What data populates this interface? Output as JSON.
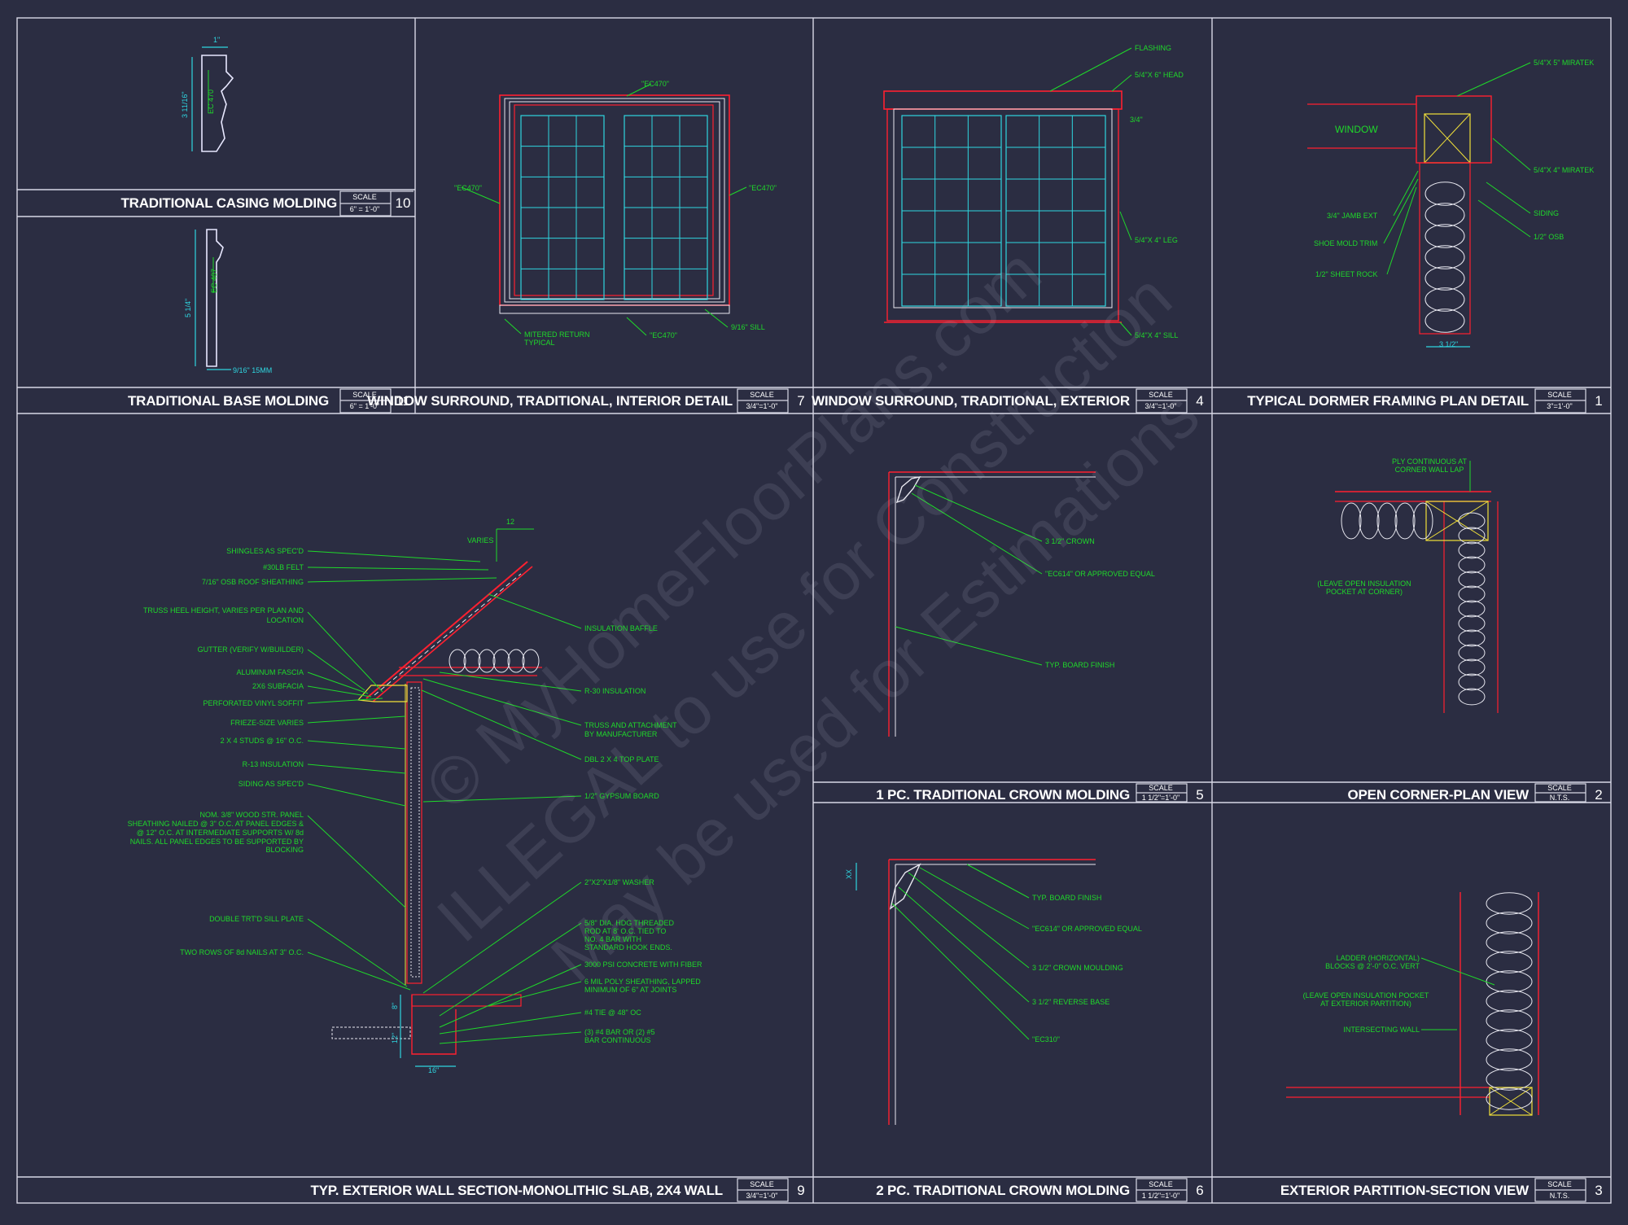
{
  "colors": {
    "background": "#2b2d42",
    "frame": "#e8e8f0",
    "red": "#ff2030",
    "green": "#1fd92a",
    "cyan": "#2fd6e0",
    "yellow": "#f2e13a"
  },
  "scale_word": "SCALE",
  "panels": [
    {
      "id": "p10",
      "title": "TRADITIONAL CASING MOLDING",
      "scale": "6\" = 1'-0\"",
      "number": "10"
    },
    {
      "id": "p11",
      "title": "TRADITIONAL BASE MOLDING",
      "scale": "6\" = 1'-0\"",
      "number": "11"
    },
    {
      "id": "p7",
      "title": "WINDOW SURROUND, TRADITIONAL, INTERIOR DETAIL",
      "scale": "3/4\"=1'-0\"",
      "number": "7"
    },
    {
      "id": "p4",
      "title": "WINDOW SURROUND, TRADITIONAL, EXTERIOR",
      "scale": "3/4\"=1'-0\"",
      "number": "4"
    },
    {
      "id": "p1",
      "title": "TYPICAL DORMER FRAMING PLAN DETAIL",
      "scale": "3\"=1'-0\"",
      "number": "1"
    },
    {
      "id": "p9",
      "title": "TYP. EXTERIOR WALL SECTION-MONOLITHIC SLAB, 2X4 WALL",
      "scale": "3/4\"=1'-0\"",
      "number": "9"
    },
    {
      "id": "p5",
      "title": "1 PC. TRADITIONAL CROWN MOLDING",
      "scale": "1 1/2\"=1'-0\"",
      "number": "5"
    },
    {
      "id": "p2",
      "title": "OPEN CORNER-PLAN VIEW",
      "scale": "N.T.S.",
      "number": "2"
    },
    {
      "id": "p6",
      "title": "2 PC. TRADITIONAL CROWN MOLDING",
      "scale": "1 1/2\"=1'-0\"",
      "number": "6"
    },
    {
      "id": "p3",
      "title": "EXTERIOR PARTITION-SECTION VIEW",
      "scale": "N.T.S.",
      "number": "3"
    }
  ],
  "labels": {
    "casing_width": "1\"",
    "casing_height": "3 11/16\"",
    "casing_code": "EC 470",
    "base_height": "5 1/4\"",
    "base_code": "EC 407",
    "base_thick": "9/16\" 15MM",
    "int_top": "\"EC470\"",
    "int_left": "\"EC470\"",
    "int_right": "\"EC470\"",
    "int_bottom": "\"EC470\"",
    "int_sill": "9/16\" SILL",
    "int_mitered": "MITERED RETURN",
    "int_typical": "TYPICAL",
    "ext_flashing": "FLASHING",
    "ext_head": "5/4\"X 6\" HEAD",
    "ext_34": "3/4\"",
    "ext_leg": "5/4\"X 4\" LEG",
    "ext_sill": "5/4\"X 4\" SILL",
    "dor_window": "WINDOW",
    "dor_miratek5": "5/4\"X 5\" MIRATEK",
    "dor_miratek4": "5/4\"X 4\" MIRATEK",
    "dor_siding": "SIDING",
    "dor_osb": "1/2\" OSB",
    "dor_jamb": "3/4\" JAMB EXT",
    "dor_shoe": "SHOE MOLD TRIM",
    "dor_sheetrock": "1/2\" SHEET ROCK",
    "dor_dim": "3 1/2\"",
    "ws_left": [
      "SHINGLES AS SPEC'D",
      "#30LB FELT",
      "7/16\" OSB ROOF SHEATHING",
      "TRUSS HEEL HEIGHT, VARIES PER PLAN AND",
      "LOCATION",
      "GUTTER (VERIFY W/BUILDER)",
      "ALUMINUM FASCIA",
      "2X6 SUBFACIA",
      "PERFORATED VINYL SOFFIT",
      "FRIEZE-SIZE VARIES",
      "2 X 4 STUDS @ 16\" O.C.",
      "R-13 INSULATION",
      "SIDING AS SPEC'D",
      "NOM. 3/8\" WOOD STR. PANEL",
      "SHEATHING NAILED @ 3\" O.C. AT PANEL EDGES &",
      "@ 12\" O.C. AT INTERMEDIATE SUPPORTS W/ 8d",
      "NAILS. ALL PANEL EDGES TO BE SUPPORTED BY",
      "BLOCKING",
      "DOUBLE TRT'D SILL PLATE",
      "TWO ROWS OF 8d NAILS AT 3\" O.C."
    ],
    "ws_right": [
      "INSULATION BAFFLE",
      "R-30 INSULATION",
      "TRUSS AND ATTACHMENT",
      "BY MANUFACTURER",
      "DBL 2 X 4 TOP PLATE",
      "1/2\" GYPSUM BOARD",
      "2\"X2\"X1/8\" WASHER",
      "5/8\" DIA. HDG THREADED",
      "ROD AT 8' O.C. TIED TO",
      "NO. 4  BAR WITH",
      "STANDARD HOOK ENDS.",
      "3000 PSI CONCRETE WITH FIBER",
      "6 MIL POLY SHEATHING, LAPPED",
      "MINIMUM OF 6\" AT JOINTS",
      "#4 TIE @ 48\" OC",
      "(3) #4 BAR OR (2) #5",
      "BAR CONTINUOUS"
    ],
    "ws_varies": "VARIES",
    "ws_12": "12",
    "ws_16": "16\"",
    "ws_8": "8\"",
    "ws_12v": "12\"",
    "c1_crown": "3 1/2\" CROWN",
    "c1_ec": "\"EC614\" OR APPROVED EQUAL",
    "c1_board": "TYP. BOARD FINISH",
    "oc_ply1": "PLY CONTINUOUS AT",
    "oc_ply2": "CORNER WALL LAP",
    "oc_leave1": "(LEAVE OPEN INSULATION",
    "oc_leave2": "POCKET AT CORNER)",
    "c2_board": "TYP. BOARD FINISH",
    "c2_ec": "\"EC614\" OR APPROVED EQUAL",
    "c2_crown": "3 1/2\" CROWN MOULDING",
    "c2_base": "3 1/2\" REVERSE BASE",
    "c2_ec310": "\"EC310\"",
    "c2_xx": "XX",
    "ep_ladder1": "LADDER (HORIZONTAL)",
    "ep_ladder2": "BLOCKS @ 2'-0\" O.C. VERT",
    "ep_leave1": "(LEAVE OPEN INSULATION POCKET",
    "ep_leave2": "AT EXTERIOR PARTITION)",
    "ep_wall": "INTERSECTING WALL"
  },
  "watermark": [
    "© MyHomeFloorPlans.com",
    "ILLEGAL to use for Construction",
    "May be used for Estimations"
  ]
}
